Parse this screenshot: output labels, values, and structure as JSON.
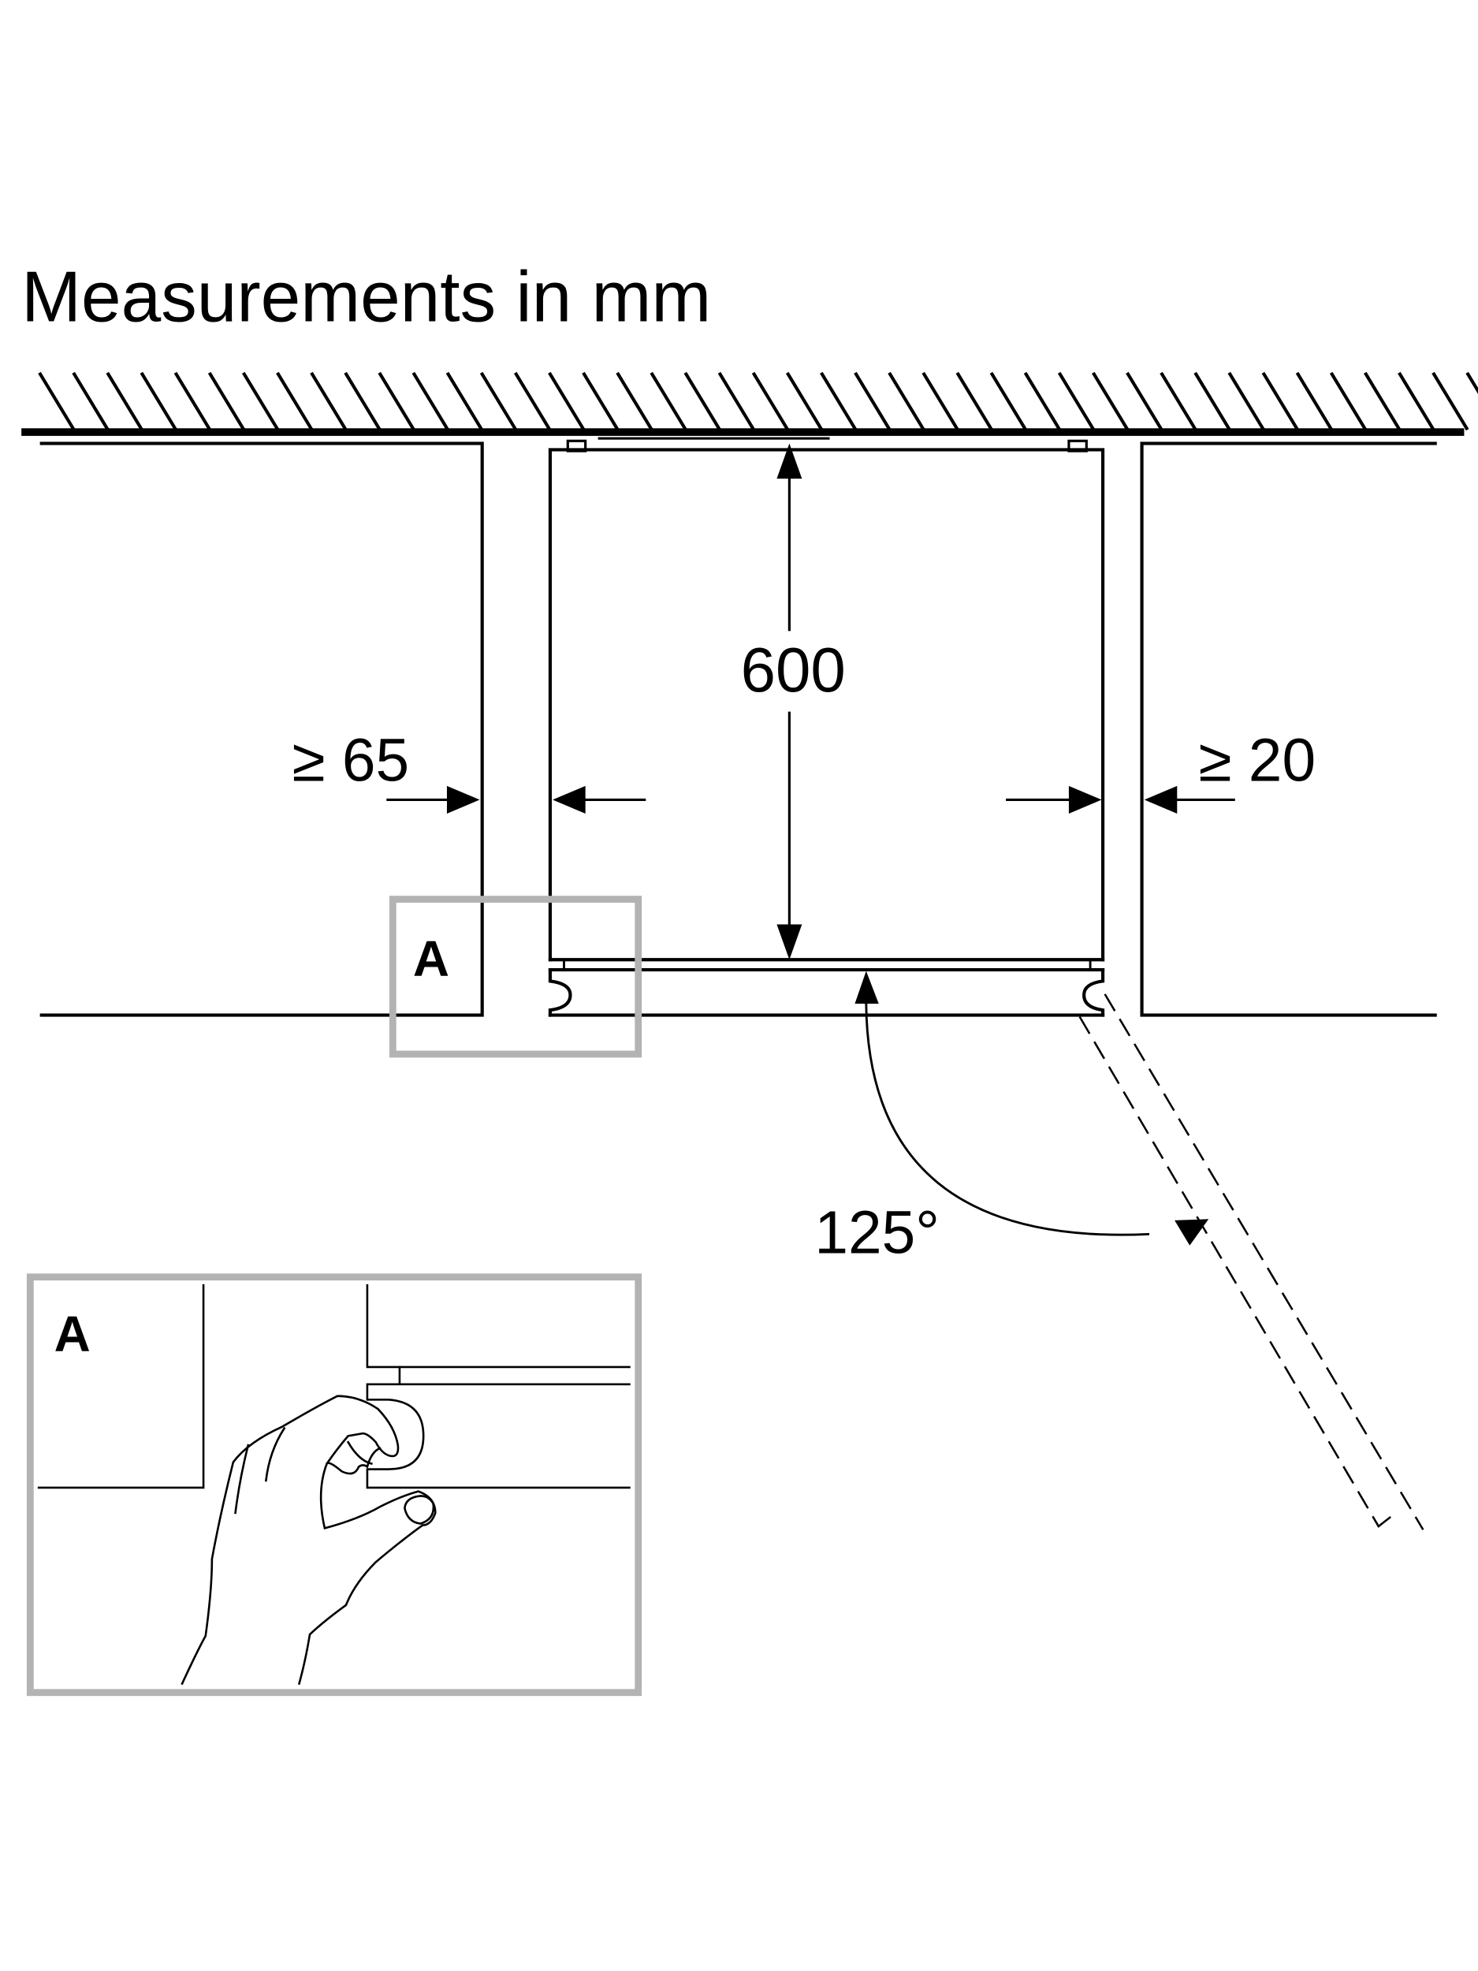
{
  "title": "Measurements in mm",
  "dimensions": {
    "depth": "600",
    "left_gap": "≥ 65",
    "right_gap": "≥ 20",
    "door_angle": "125°"
  },
  "detail": {
    "callout_label": "A",
    "inset_label": "A"
  },
  "colors": {
    "line": "#000000",
    "callout_frame": "#b3b3b3",
    "background": "#ffffff"
  },
  "icons": [
    "hand-icon",
    "hinge-icon",
    "arrow-icon"
  ]
}
